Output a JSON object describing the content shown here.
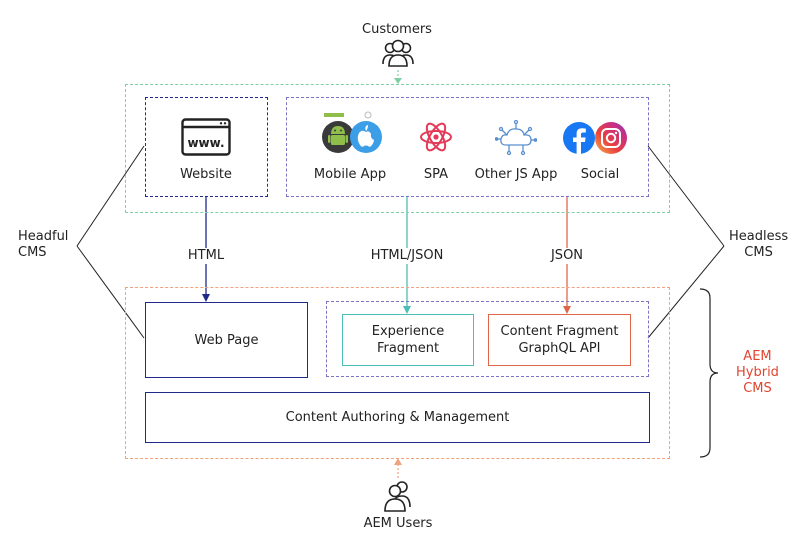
{
  "customers": "Customers",
  "aem_users": "AEM Users",
  "headful_cms": [
    "Headful",
    "CMS"
  ],
  "headless_cms": [
    "Headless",
    "CMS"
  ],
  "aem_hybrid": [
    "AEM",
    "Hybrid",
    "CMS"
  ],
  "channels": {
    "website": "Website",
    "mobile_app": "Mobile App",
    "spa": "SPA",
    "other_js_app": "Other JS App",
    "social": "Social",
    "www_text": "www."
  },
  "arrows": {
    "html": "HTML",
    "html_json": "HTML/JSON",
    "json": "JSON"
  },
  "aem": {
    "web_page": "Web Page",
    "experience_fragment": [
      "Experience",
      "Fragment"
    ],
    "content_fragment": [
      "Content Fragment",
      "GraphQL API"
    ],
    "authoring": "Content Authoring & Management"
  },
  "colors": {
    "navy": "#1f2a8a",
    "teal": "#4bbfb5",
    "coral": "#e0664a",
    "green_dash": "#7fcfa3",
    "purple_dash": "#7a74c4",
    "orange_dash": "#f0a27f",
    "aem_red": "#e0442f"
  }
}
